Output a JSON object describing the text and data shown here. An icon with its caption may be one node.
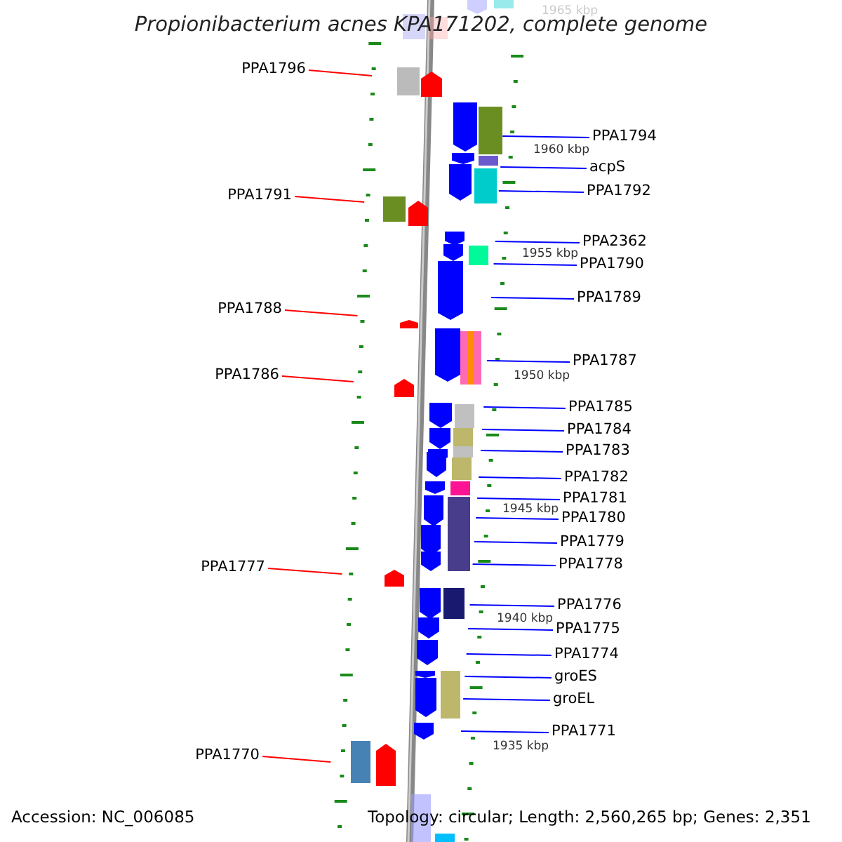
{
  "diagram": {
    "title": "Propionibacterium acnes KPA171202, complete genome",
    "nodes": [
      {
        "text": [
          "PPA1796"
        ]
      },
      {
        "text": [
          "PPA1794"
        ]
      },
      {
        "text": [
          "acpS"
        ]
      },
      {
        "text": [
          "PPA1792"
        ]
      },
      {
        "text": [
          "PPA1791"
        ]
      },
      {
        "text": [
          "PPA2362"
        ]
      },
      {
        "text": [
          "PPA1790"
        ]
      },
      {
        "text": [
          "PPA1789"
        ]
      },
      {
        "text": [
          "PPA1788"
        ]
      },
      {
        "text": [
          "PPA1787"
        ]
      },
      {
        "text": [
          "PPA1786"
        ]
      },
      {
        "text": [
          "PPA1785"
        ]
      },
      {
        "text": [
          "PPA1784"
        ]
      },
      {
        "text": [
          "PPA1783"
        ]
      },
      {
        "text": [
          "PPA1782"
        ]
      },
      {
        "text": [
          "PPA1781"
        ]
      },
      {
        "text": [
          "PPA1780"
        ]
      },
      {
        "text": [
          "PPA1779"
        ]
      },
      {
        "text": [
          "PPA1778"
        ]
      },
      {
        "text": [
          "PPA1777"
        ]
      },
      {
        "text": [
          "PPA1776"
        ]
      },
      {
        "text": [
          "PPA1775"
        ]
      },
      {
        "text": [
          "PPA1774"
        ]
      },
      {
        "text": [
          "groES"
        ]
      },
      {
        "text": [
          "groEL"
        ]
      },
      {
        "text": [
          "PPA1771"
        ]
      },
      {
        "text": [
          "PPA1770"
        ]
      }
    ],
    "edges": [
      {
        "from": 0,
        "to": null,
        "arrow": "none",
        "color": "#ff0000"
      },
      {
        "from": 1,
        "to": null,
        "arrow": "none"
      },
      {
        "from": 2,
        "to": null,
        "arrow": "none"
      },
      {
        "from": 3,
        "to": null,
        "arrow": "none"
      },
      {
        "from": 4,
        "to": null,
        "arrow": "none",
        "color": "#ff0000"
      },
      {
        "from": 5,
        "to": null,
        "arrow": "none"
      },
      {
        "from": 6,
        "to": null,
        "arrow": "none"
      },
      {
        "from": 7,
        "to": null,
        "arrow": "none"
      },
      {
        "from": 8,
        "to": null,
        "arrow": "none",
        "color": "#ff0000"
      },
      {
        "from": 9,
        "to": null,
        "arrow": "none"
      },
      {
        "from": 10,
        "to": null,
        "arrow": "none",
        "color": "#ff0000"
      },
      {
        "from": 11,
        "to": null,
        "arrow": "none"
      },
      {
        "from": 12,
        "to": null,
        "arrow": "none"
      },
      {
        "from": 13,
        "to": null,
        "arrow": "none"
      },
      {
        "from": 14,
        "to": null,
        "arrow": "none"
      },
      {
        "from": 15,
        "to": null,
        "arrow": "none"
      },
      {
        "from": 16,
        "to": null,
        "arrow": "none"
      },
      {
        "from": 17,
        "to": null,
        "arrow": "none"
      },
      {
        "from": 18,
        "to": null,
        "arrow": "none"
      },
      {
        "from": 19,
        "to": null,
        "arrow": "none",
        "color": "#ff0000"
      },
      {
        "from": 20,
        "to": null,
        "arrow": "none"
      },
      {
        "from": 21,
        "to": null,
        "arrow": "none"
      },
      {
        "from": 22,
        "to": null,
        "arrow": "none"
      },
      {
        "from": 23,
        "to": null,
        "arrow": "none"
      },
      {
        "from": 24,
        "to": null,
        "arrow": "none"
      },
      {
        "from": 25,
        "to": null,
        "arrow": "none"
      },
      {
        "from": 26,
        "to": null,
        "arrow": "none",
        "color": "#ff0000"
      }
    ],
    "labels": [
      "1965 kbp",
      "1960 kbp",
      "1955 kbp",
      "1950 kbp",
      "1945 kbp",
      "1940 kbp",
      "1935 kbp",
      "Accession: NC_006085",
      "Topology: circular; Length: 2,560,265 bp; Genes: 2,351"
    ]
  }
}
